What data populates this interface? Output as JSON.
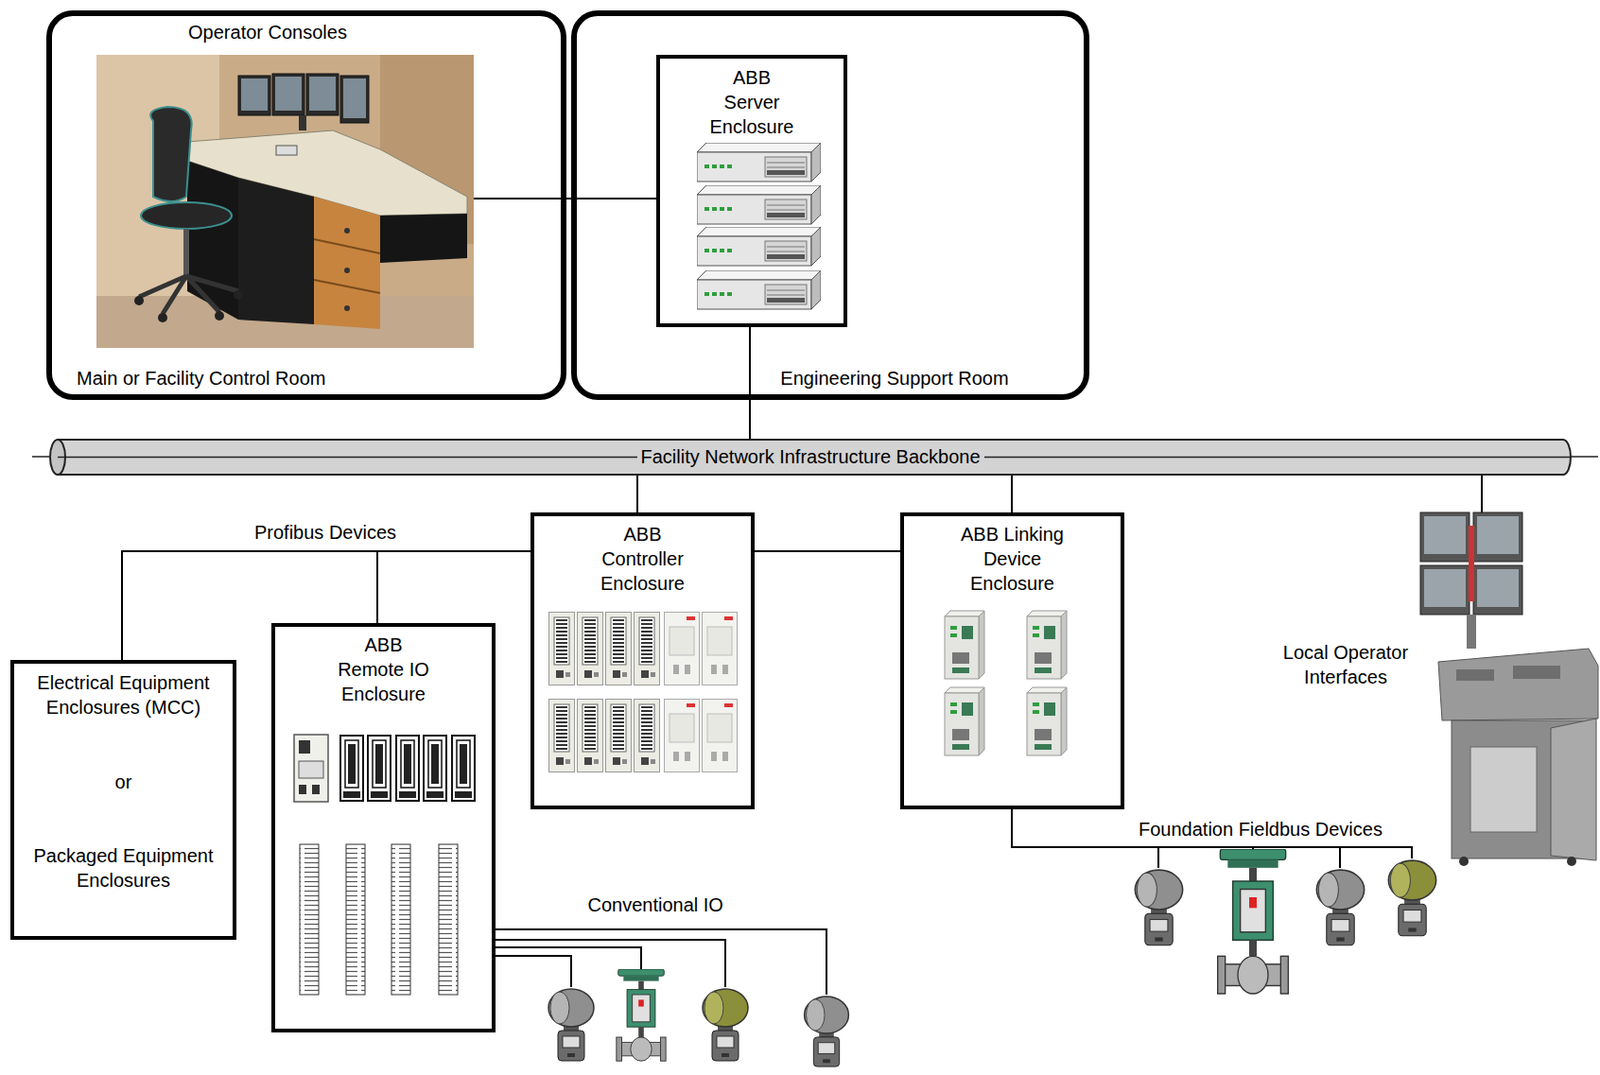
{
  "diagram": {
    "nodes": [
      {
        "text": [
          "Operator Consoles",
          "Main or Facility Control Room"
        ]
      },
      {
        "text": [
          "Engineering Support Room"
        ]
      },
      {
        "text": [
          "ABB Server Enclosure"
        ],
        "in": 1
      },
      {
        "text": [
          "Facility Network Infrastructure Backbone"
        ]
      },
      {
        "text": [
          "ABB Controller Enclosure"
        ]
      },
      {
        "text": [
          "ABB Linking Device Enclosure"
        ]
      },
      {
        "text": [
          "ABB Remote IO Enclosure"
        ]
      },
      {
        "text": [
          "Electrical Equipment Enclosures (MCC)",
          "or",
          "Packaged Equipment Enclosures"
        ]
      }
    ],
    "edges": [
      {
        "from": 0,
        "to": 2,
        "arrow": "none"
      },
      {
        "from": 2,
        "to": 3,
        "arrow": "none"
      },
      {
        "from": 3,
        "to": 4,
        "arrow": "none"
      },
      {
        "from": 3,
        "to": 5,
        "arrow": "none"
      },
      {
        "from": 4,
        "to": 5,
        "arrow": "none"
      },
      {
        "from": 4,
        "to": 6,
        "arrow": "none"
      },
      {
        "from": 4,
        "to": 7,
        "label": "Profibus Devices",
        "arrow": "none"
      }
    ],
    "labels": [
      "Local Operator Interfaces",
      "Conventional IO",
      "Foundation Fieldbus Devices"
    ]
  }
}
